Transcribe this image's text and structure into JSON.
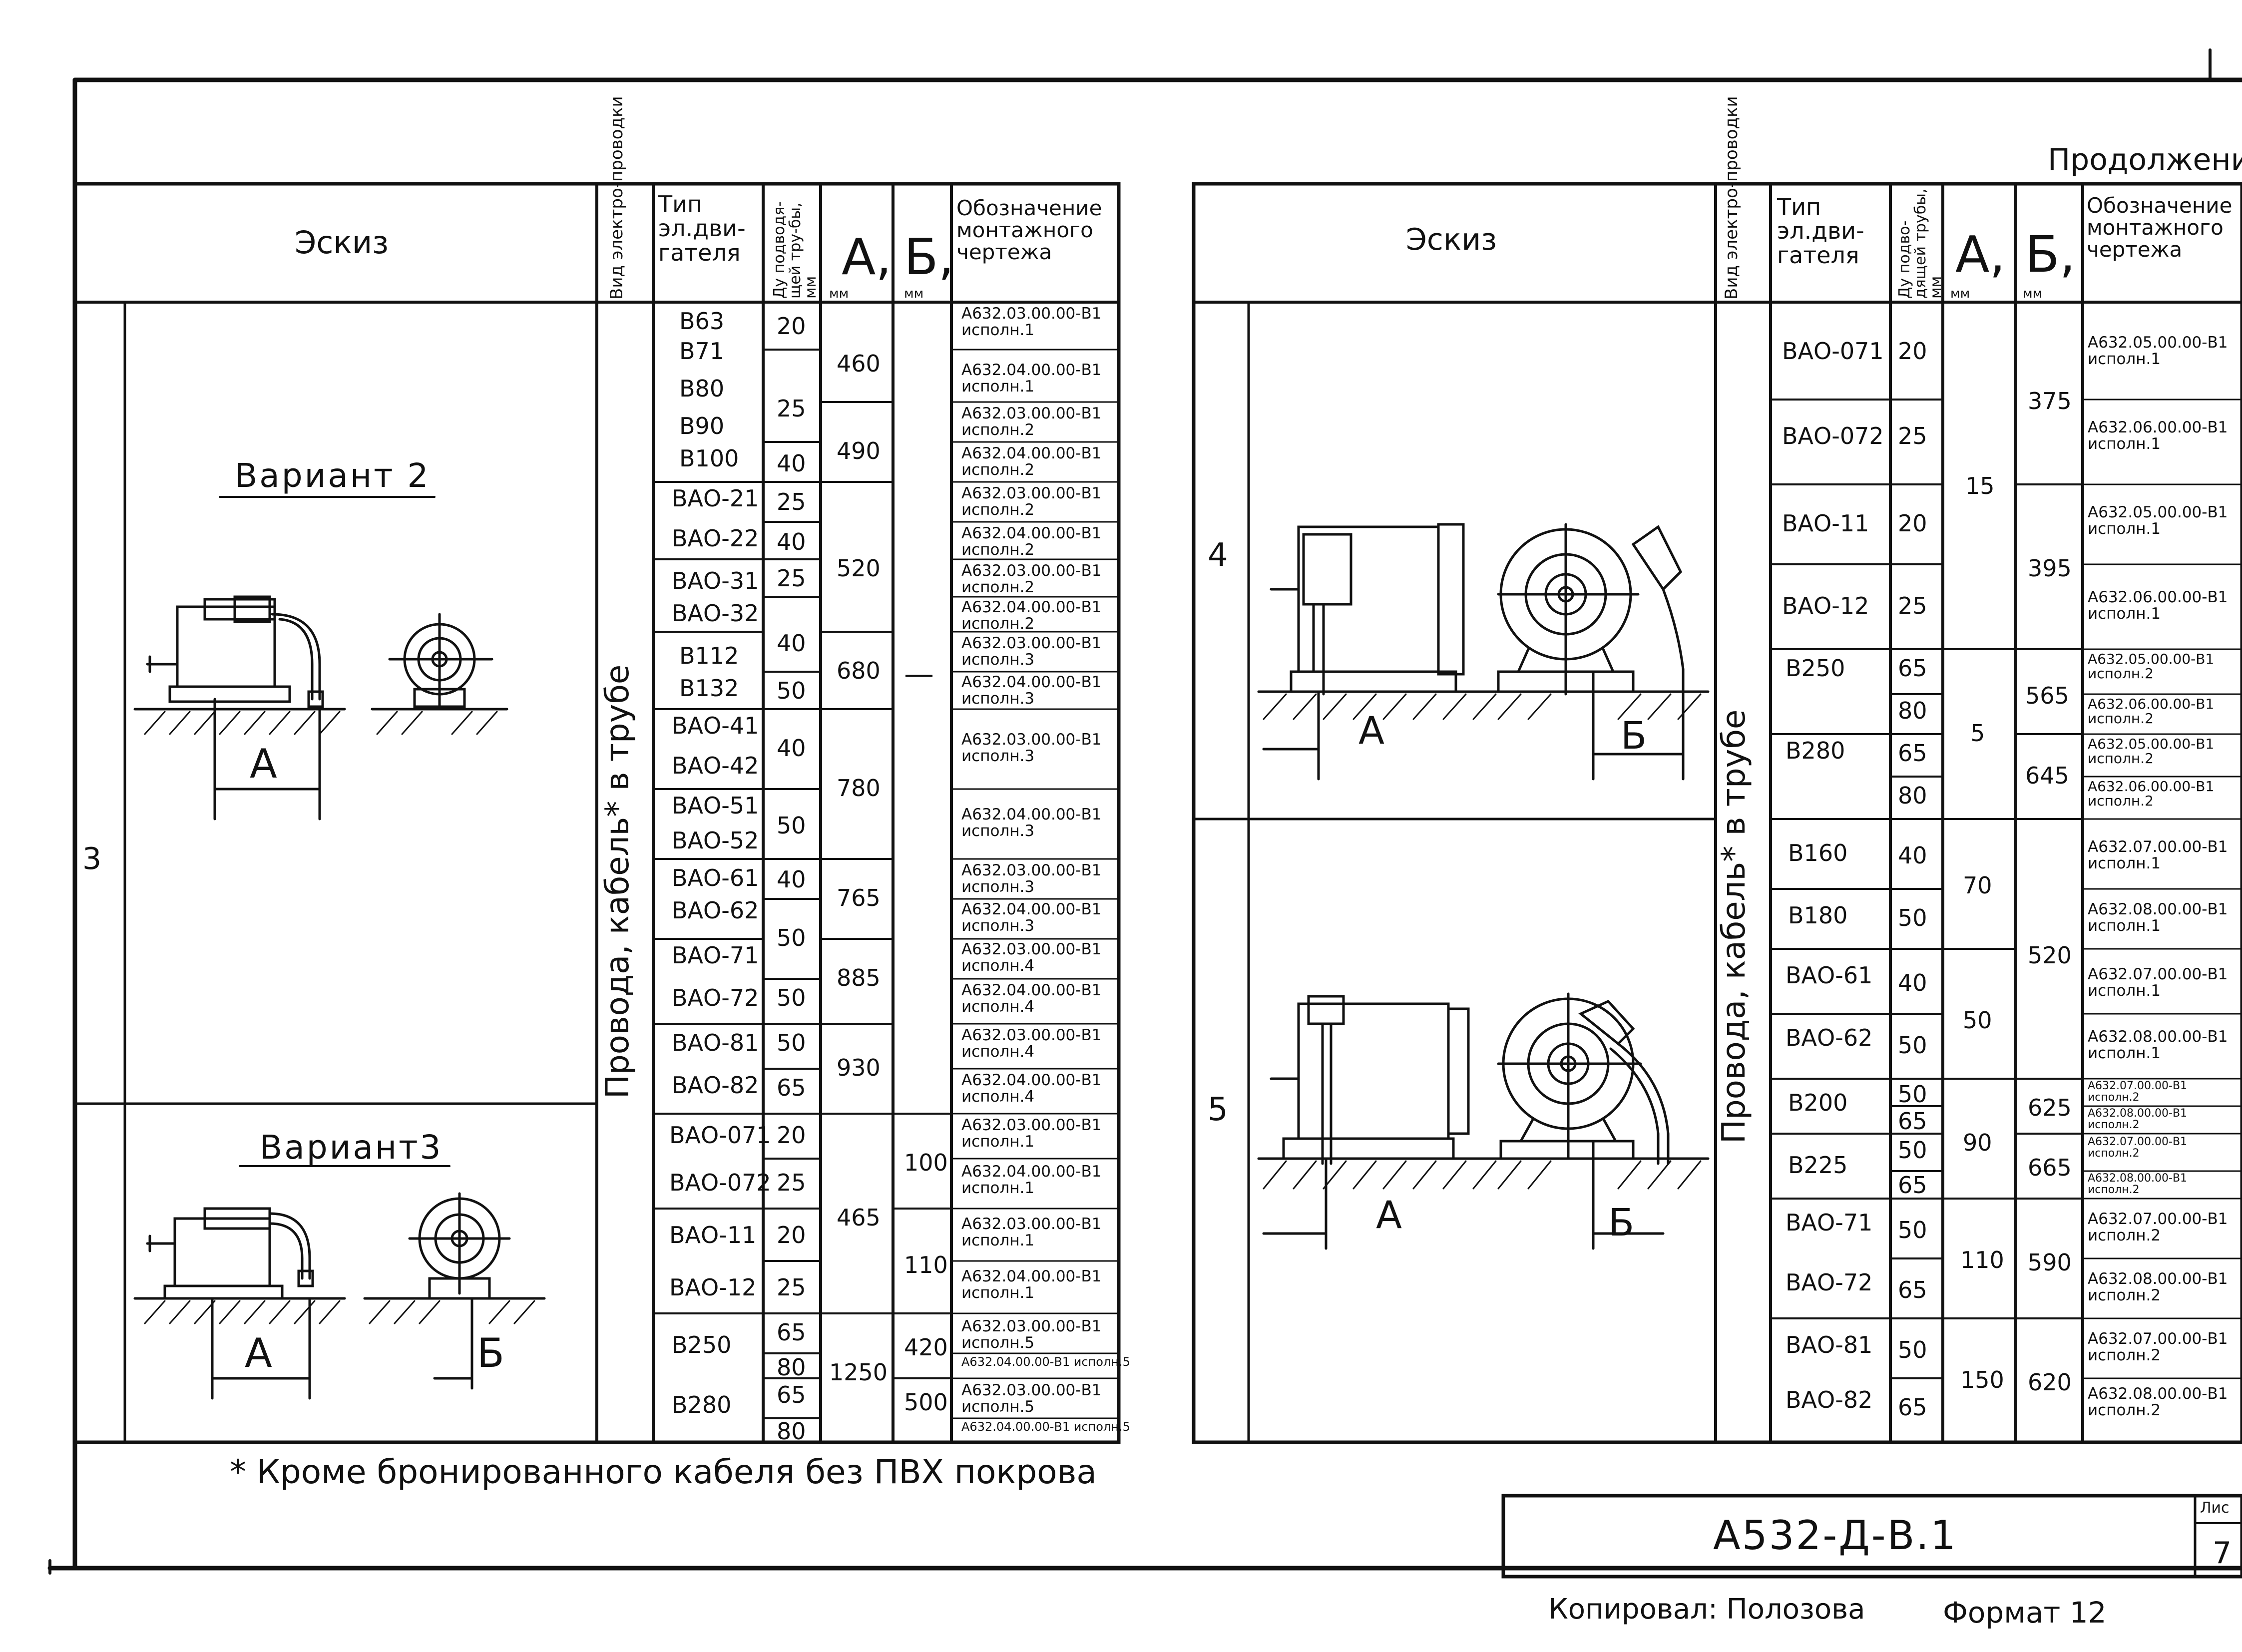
{
  "left_table": {
    "headers": {
      "sketch": "Эскиз",
      "wiring": "Вид электро-проводки",
      "motor_type": "Тип эл.дви-гателя",
      "pipe_dn": "Ду подводя-щей тру-бы, мм",
      "a": "А,",
      "a_unit": "мм",
      "b": "Б,",
      "b_unit": "мм",
      "designation": "Обозначение монтажного чертежа"
    },
    "row_number": "3",
    "variant2": "Вариант 2",
    "variant3": "Вариант3",
    "wiring_text": "Провода, кабель* в трубе",
    "dim_a": "А",
    "dim_b": "Б",
    "dash": "—",
    "motors": [
      "В63",
      "В71",
      "В80",
      "В90",
      "В100",
      "ВАО-21",
      "ВАО-22",
      "ВАО-31",
      "ВАО-32",
      "В112",
      "В132",
      "ВАО-41",
      "ВАО-42",
      "ВАО-51",
      "ВАО-52",
      "ВАО-61",
      "ВАО-62",
      "ВАО-71",
      "ВАО-72",
      "ВАО-81",
      "ВАО-82",
      "ВАО-071",
      "ВАО-072",
      "ВАО-11",
      "ВАО-12",
      "В250",
      "В280"
    ],
    "pipe": [
      "20",
      "25",
      "40",
      "25",
      "40",
      "25",
      "40",
      "50",
      "40",
      "50",
      "40",
      "50",
      "50",
      "65",
      "50",
      "65",
      "20",
      "25",
      "20",
      "25",
      "65",
      "80",
      "65",
      "80"
    ],
    "a_values": [
      "460",
      "490",
      "520",
      "680",
      "780",
      "765",
      "885",
      "930",
      "465",
      "1250"
    ],
    "b_values": [
      "100",
      "110",
      "420",
      "500"
    ],
    "designations": [
      "А632.03.00.00-В1 исполн.1",
      "А632.04.00.00-В1 исполн.1",
      "А632.03.00.00-В1 исполн.2",
      "А632.04.00.00-В1 исполн.2",
      "А632.03.00.00-В1 исполн.2",
      "А632.04.00.00-В1 исполн.2",
      "А632.03.00.00-В1 исполн.2",
      "А632.04.00.00-В1 исполн.2",
      "А632.03.00.00-В1 исполн.3",
      "А632.04.00.00-В1 исполн.3",
      "А632.03.00.00-В1 исполн.3",
      "А632.04.00.00-В1 исполн.3",
      "А632.03.00.00-В1 исполн.3",
      "А632.04.00.00-В1 исполн.3",
      "А632.03.00.00-В1 исполн.4",
      "А632.04.00.00-В1 исполн.4",
      "А632.03.00.00-В1 исполн.4",
      "А632.04.00.00-В1 исполн.4",
      "А632.03.00.00-В1 исполн.1",
      "А632.04.00.00-В1 исполн.1",
      "А632.03.00.00-В1 исполн.1",
      "А632.04.00.00-В1 исполн.1",
      "А632.03.00.00-В1 исполн.5",
      "А632.04.00.00-В1 исполн.5",
      "А632.03.00.00-В1 исполн.5",
      "А632.04.00.00-В1 исполн.5"
    ]
  },
  "right_table": {
    "continuation": "Продолжение",
    "headers": {
      "sketch": "Эскиз",
      "wiring": "Вид электро-проводки",
      "motor_type": "Тип эл.дви-гателя",
      "pipe_dn": "Ду подво-дящей трубы, мм",
      "a": "А,",
      "a_unit": "мм",
      "b": "Б,",
      "b_unit": "мм",
      "designation": "Обозначение монтажного чертежа"
    },
    "row4": "4",
    "row5": "5",
    "wiring_text": "Провода, кабель* в трубе",
    "dim_a": "А",
    "dim_b": "Б",
    "motors": [
      "ВАО-071",
      "ВАО-072",
      "ВАО-11",
      "ВАО-12",
      "В250",
      "В280",
      "В160",
      "В180",
      "ВАО-61",
      "ВАО-62",
      "В200",
      "В225",
      "ВАО-71",
      "ВАО-72",
      "ВАО-81",
      "ВАО-82"
    ],
    "pipe": [
      "20",
      "25",
      "20",
      "25",
      "65",
      "80",
      "65",
      "80",
      "40",
      "50",
      "40",
      "50",
      "50",
      "65",
      "50",
      "65",
      "50",
      "65",
      "50",
      "65"
    ],
    "a_values": [
      "15",
      "5",
      "70",
      "50",
      "90",
      "110",
      "150"
    ],
    "b_values": [
      "375",
      "395",
      "565",
      "645",
      "520",
      "625",
      "665",
      "590",
      "620"
    ],
    "designations": [
      "А632.05.00.00-В1 исполн.1",
      "А632.06.00.00-В1 исполн.1",
      "А632.05.00.00-В1 исполн.1",
      "А632.06.00.00-В1 исполн.1",
      "А632.05.00.00-В1 исполн.2",
      "А632.06.00.00-В1 исполн.2",
      "А632.05.00.00-В1 исполн.2",
      "А632.06.00.00-В1 исполн.2",
      "А632.07.00.00-В1 исполн.1",
      "А632.08.00.00-В1 исполн.1",
      "А632.07.00.00-В1 исполн.1",
      "А632.08.00.00-В1 исполн.1",
      "А632.07.00.00-В1 исполн.2",
      "А632.08.00.00-В1 исполн.2",
      "А632.07.00.00-В1 исполн.2",
      "А632.08.00.00-В1 исполн.2",
      "А632.07.00.00-В1 исполн.2",
      "А632.08.00.00-В1 исполн.2",
      "А632.07.00.00-В1 исполн.2",
      "А632.08.00.00-В1 исполн.2"
    ]
  },
  "footnote": "* Кроме бронированного кабеля без ПВХ покрова",
  "stamp": {
    "code": "А532-Д-В.1",
    "sheet_label": "Лис",
    "sheet_no": "7"
  },
  "copied_by": "Копировал: Полозова",
  "format": "Формат 12"
}
